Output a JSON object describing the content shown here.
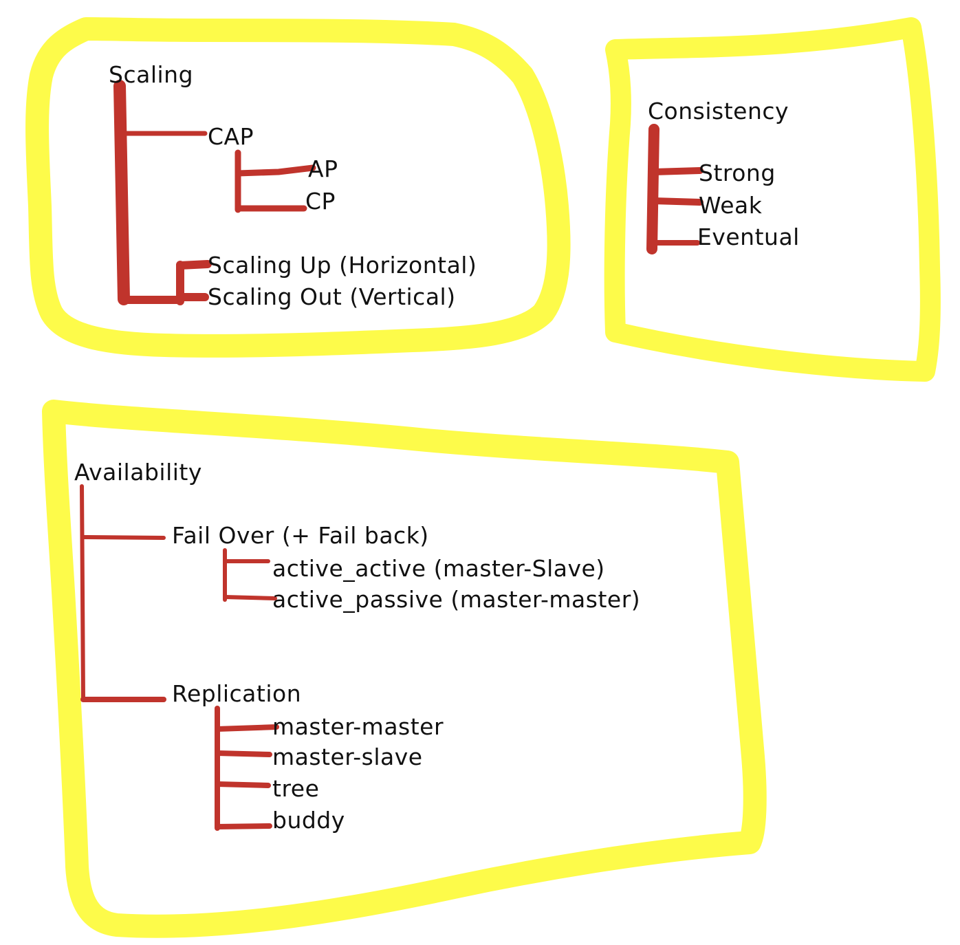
{
  "colors": {
    "highlight": "#fdfb4a",
    "connector": "#c0342c",
    "text": "#111111",
    "background": "#ffffff"
  },
  "scaling": {
    "title": "Scaling",
    "cap": "CAP",
    "ap": "AP",
    "cp": "CP",
    "scaling_up": "Scaling Up (Horizontal)",
    "scaling_out": "Scaling Out (Vertical)"
  },
  "consistency": {
    "title": "Consistency",
    "strong": "Strong",
    "weak": "Weak",
    "eventual": "Eventual"
  },
  "availability": {
    "title": "Availability",
    "fail_over": "Fail Over (+ Fail back)",
    "active_active": "active_active (master-Slave)",
    "active_passive": "active_passive (master-master)",
    "replication": "Replication",
    "master_master": "master-master",
    "master_slave": "master-slave",
    "tree": "tree",
    "buddy": "buddy"
  }
}
